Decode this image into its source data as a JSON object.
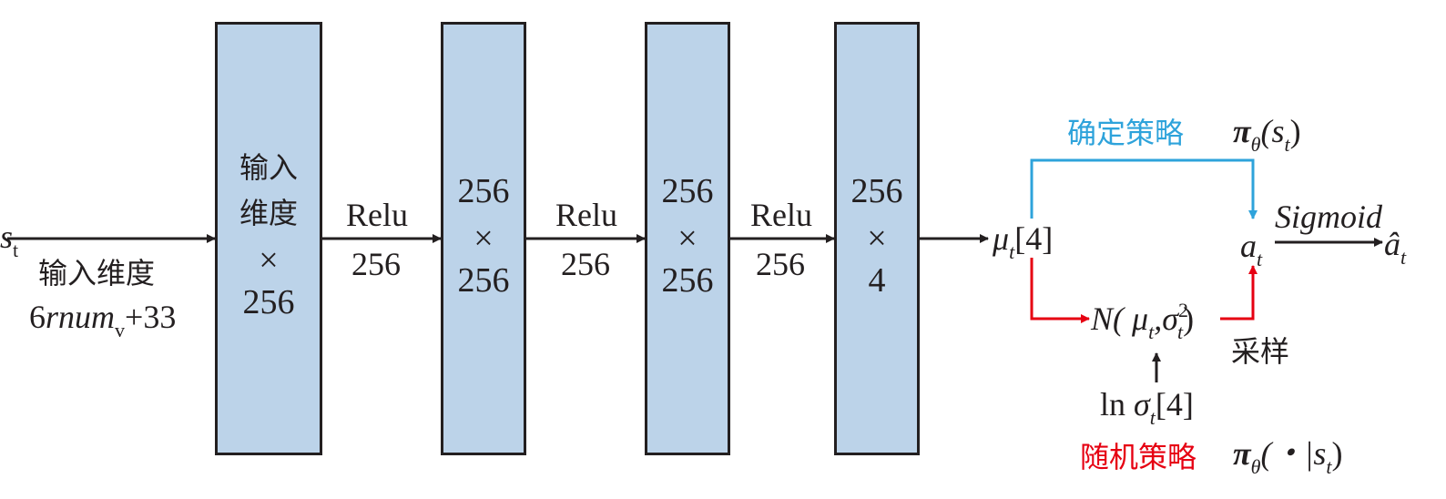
{
  "input": {
    "state": "s",
    "state_sub": "t",
    "dim_label": "输入维度",
    "dim_formula_pre": "6",
    "dim_formula_var": "rnum",
    "dim_formula_sub": "v",
    "dim_formula_post": "+33"
  },
  "layers": [
    {
      "lines": [
        "输入",
        "维度",
        "×",
        "256"
      ]
    },
    {
      "lines": [
        "256",
        "×",
        "256"
      ]
    },
    {
      "lines": [
        "256",
        "×",
        "256"
      ]
    },
    {
      "lines": [
        "256",
        "×",
        "4"
      ]
    }
  ],
  "connections": [
    {
      "act": "Relu",
      "size": "256"
    },
    {
      "act": "Relu",
      "size": "256"
    },
    {
      "act": "Relu",
      "size": "256"
    }
  ],
  "output": {
    "mu": "μ",
    "mu_sub": "t",
    "mu_dim": "[4]",
    "deterministic_label": "确定策略",
    "deterministic_formula": "π",
    "deterministic_theta": "θ",
    "deterministic_arg": "(s",
    "deterministic_arg_sub": "t",
    "deterministic_close": ")",
    "action": "a",
    "action_sub": "t",
    "sigmoid": "Sigmoid",
    "final": "â",
    "final_sub": "t",
    "normal_pre": "N( ",
    "normal_mu": "μ",
    "normal_mu_sub": "t",
    "normal_comma": ",σ",
    "normal_sup": "2",
    "normal_sigma_sub": "t",
    "normal_close": ")",
    "sample_label": "采样",
    "lnsigma_pre": "ln ",
    "lnsigma": "σ",
    "lnsigma_sub": "t",
    "lnsigma_dim": "[4]",
    "stochastic_label": "随机策略",
    "stochastic_formula": "π",
    "stochastic_theta": "θ",
    "stochastic_arg": "(・|s",
    "stochastic_arg_sub": "t",
    "stochastic_close": ")"
  },
  "colors": {
    "box_fill": "#bcd3e9",
    "stroke": "#231f20",
    "deterministic": "#2ea3db",
    "stochastic": "#e60012"
  }
}
